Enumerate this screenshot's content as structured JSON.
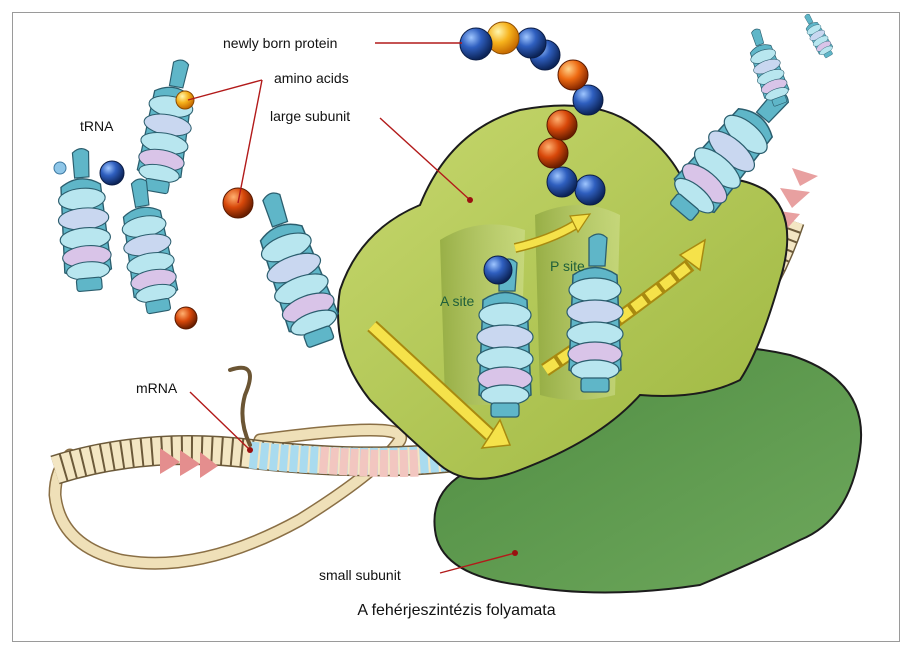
{
  "labels": {
    "newly_born_protein": "newly born protein",
    "amino_acids": "amino acids",
    "trna": "tRNA",
    "large_subunit": "large subunit",
    "p_site": "P site",
    "a_site": "A site",
    "mrna": "mRNA",
    "small_subunit": "small subunit"
  },
  "caption": "A fehérjeszintézis folyamata",
  "colors": {
    "large_subunit": "#b3c85a",
    "small_subunit": "#5e9a4e",
    "trna_teal": "#5fb6c8",
    "amino_blue": "#1e4e9e",
    "amino_orange": "#e05a10",
    "leader_line": "#b21a1a",
    "arrow_yellow": "#f4e04a"
  }
}
